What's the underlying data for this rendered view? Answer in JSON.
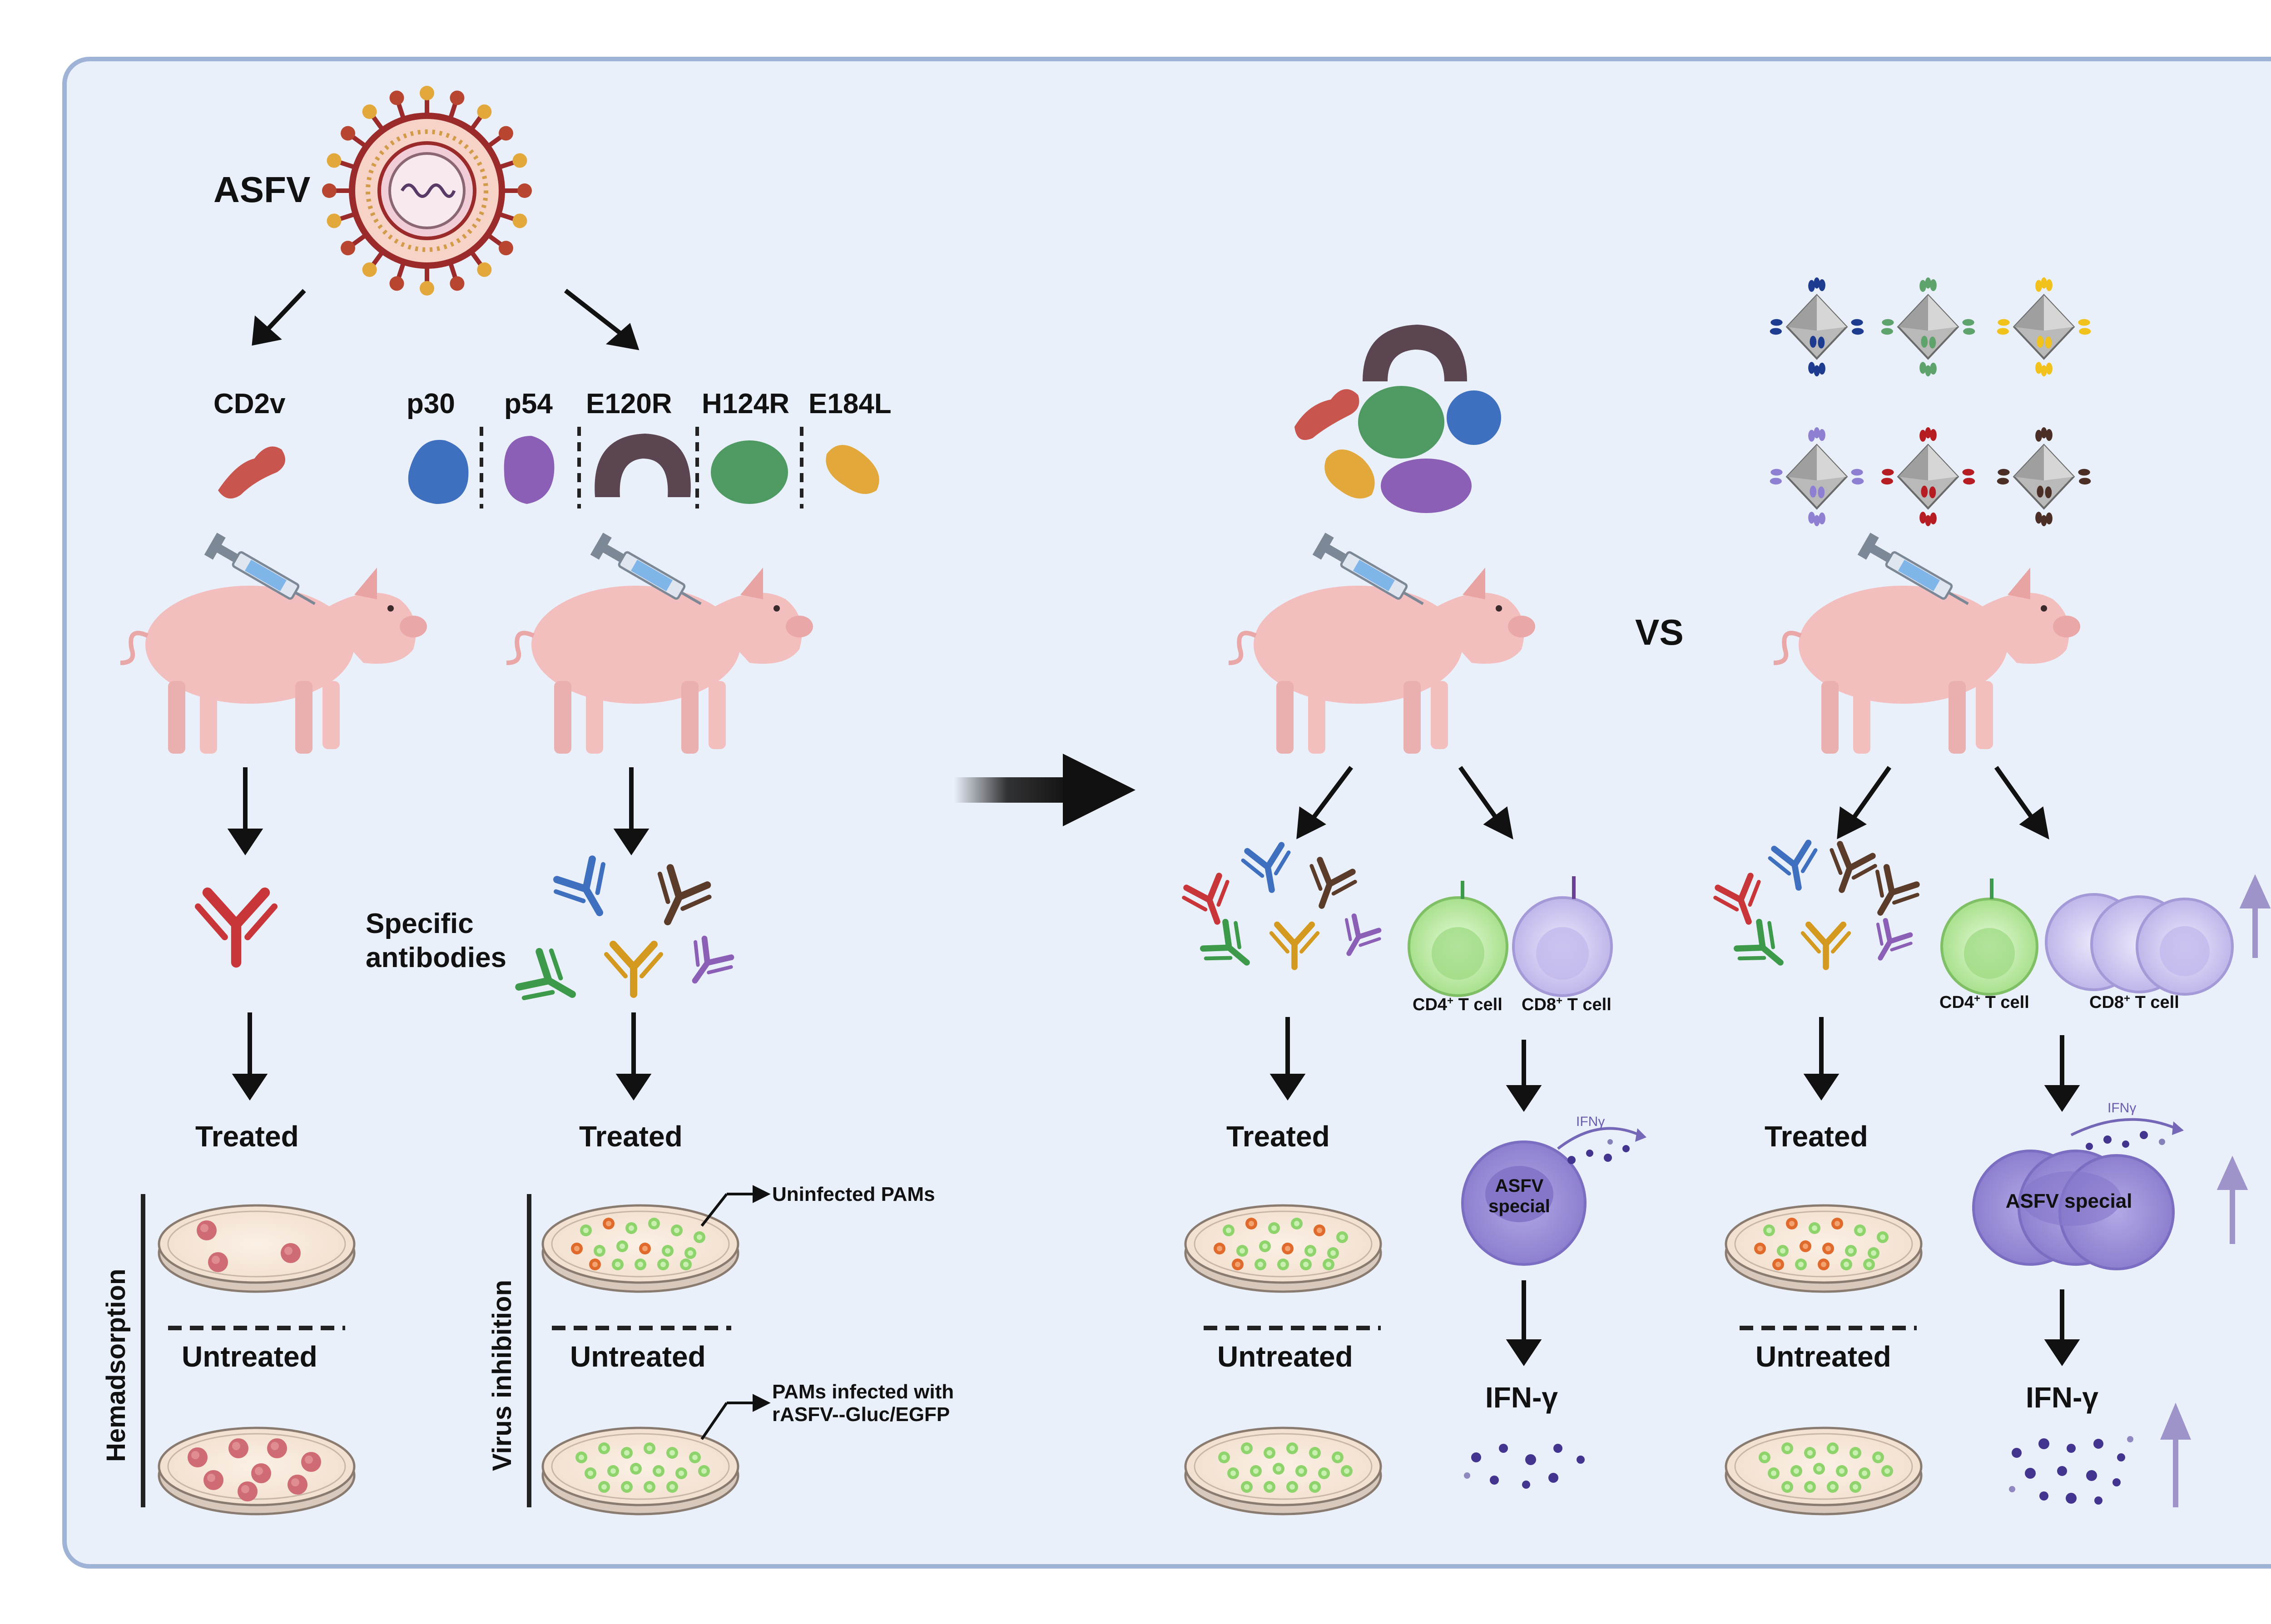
{
  "virus": {
    "name": "ASFV"
  },
  "proteins": {
    "cd2v": "CD2v",
    "p30": "p30",
    "p54": "p54",
    "e120r": "E120R",
    "h124r": "H124R",
    "e184l": "E184L"
  },
  "labels": {
    "specific_antibodies_line1": "Specific",
    "specific_antibodies_line2": "antibodies",
    "treated": "Treated",
    "untreated": "Untreated",
    "hemadsorption": "Hemadsorption",
    "virus_inhibition": "Virus inhibition",
    "uninfected_pams": "Uninfected PAMs",
    "pams_infected_line1": "PAMs infected with",
    "pams_infected_line2": "rASFV--Gluc/EGFP",
    "vs": "VS",
    "cd4": "CD4",
    "cd8": "CD8",
    "sup_plus": "+",
    "t_cell": " T cell",
    "asfv_special_line1": "ASFV",
    "asfv_special_line2": "special",
    "asfv_special": "ASFV special",
    "ifn_small": "IFNγ",
    "ifn_gamma": "IFN-γ"
  },
  "colors": {
    "background": "#eaf0fa",
    "border": "#9fb3d7",
    "pig": "#f3bfbe",
    "cd2v": "#c9554f",
    "p30": "#3f6fbf",
    "p54": "#8b5fb5",
    "e120r": "#5b4550",
    "h124r": "#4f9a63",
    "e184l": "#e3a83b",
    "cd4_cell": "#c9ecb8",
    "cd8_cell": "#d7d3f2",
    "activated_cell": "#9c8fd6",
    "ifn_dot": "#43358f",
    "up_arrow": "#9e94c9"
  },
  "icons": [
    "virus-icon",
    "pig-icon",
    "syringe-icon",
    "antibody-icon",
    "petri-dish-icon",
    "t-cell-icon",
    "nanoparticle-icon",
    "arrow-icon"
  ]
}
